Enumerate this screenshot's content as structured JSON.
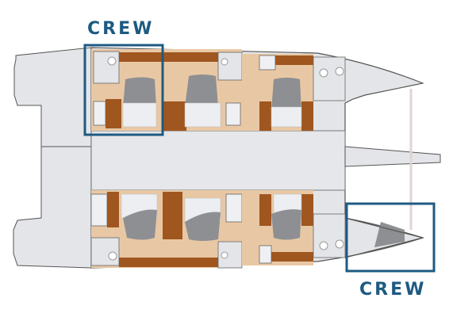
{
  "diagram": {
    "type": "catamaran-deck-plan",
    "labels": {
      "crew_top": "CREW",
      "crew_bottom": "CREW"
    },
    "colors": {
      "crew_highlight": "#1e5a82",
      "hull": "#e4e5e8",
      "hull_outline": "#555555",
      "cabin_floor": "#e8c8a4",
      "wood": "#a0561f",
      "bed": "#8e8f92",
      "bed_sheet": "#eceef2"
    },
    "cabins": [
      {
        "id": "crew-cabin-port-aft",
        "crew": true
      },
      {
        "id": "guest-cabin-port-mid"
      },
      {
        "id": "guest-cabin-port-fwd"
      },
      {
        "id": "guest-cabin-stbd-aft"
      },
      {
        "id": "guest-cabin-stbd-mid"
      },
      {
        "id": "guest-cabin-stbd-fwd"
      },
      {
        "id": "crew-cabin-stbd-bow",
        "crew": true
      }
    ]
  }
}
